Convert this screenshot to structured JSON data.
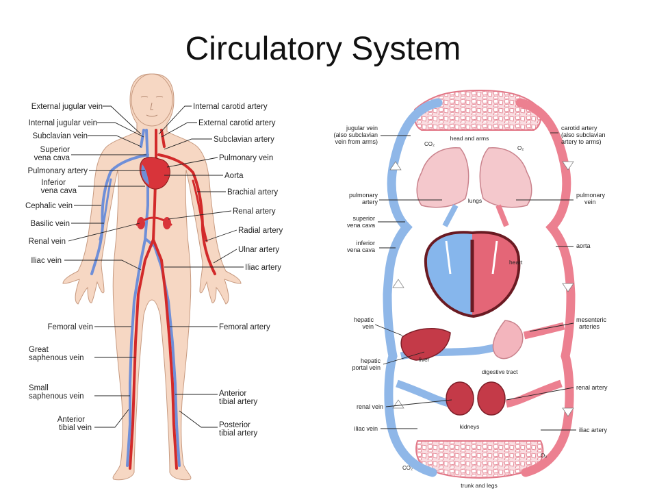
{
  "title": "Circulatory System",
  "colors": {
    "vein": "#6f8fd8",
    "artery": "#d22a2a",
    "skin": "#f6d7c3",
    "lung": "#f4c8cc",
    "organ": "#d24d5a",
    "loop_red": "#ec8090",
    "loop_blue": "#8fb7e8"
  },
  "body_diagram": {
    "left_labels": [
      "External jugular vein",
      "Internal jugular vein",
      "Subclavian vein",
      "Superior",
      "vena cava",
      "Pulmonary artery",
      "Inferior",
      "vena cava",
      "Cephalic vein",
      "Basilic vein",
      "Renal vein",
      "Iliac vein",
      "Femoral vein",
      "Great",
      "saphenous vein",
      "Small",
      "saphenous vein",
      "Anterior",
      "tibial vein"
    ],
    "right_labels": [
      "Internal carotid artery",
      "External carotid artery",
      "Subclavian artery",
      "Pulmonary vein",
      "Aorta",
      "Brachial artery",
      "Renal artery",
      "Radial artery",
      "Ulnar artery",
      "Iliac artery",
      "Femoral artery",
      "Anterior",
      "tibial artery",
      "Posterior",
      "tibial artery"
    ]
  },
  "loop_diagram": {
    "left_labels": [
      "jugular vein",
      "(also subclavian",
      "vein from arms)",
      "pulmonary",
      "artery",
      "superior",
      "vena cava",
      "inferior",
      "vena cava",
      "hepatic",
      "vein",
      "hepatic",
      "portal vein",
      "renal vein",
      "iliac vein"
    ],
    "right_labels": [
      "carotid artery",
      "(also subclavian",
      "artery to arms)",
      "pulmonary",
      "vein",
      "aorta",
      "mesenteric",
      "arteries",
      "renal artery",
      "iliac artery"
    ],
    "inner_labels": [
      "head and arms",
      "lungs",
      "heart",
      "liver",
      "digestive tract",
      "kidneys",
      "trunk and legs"
    ],
    "chem_labels": [
      "CO₂",
      "O₂",
      "CO₂",
      "O₂"
    ]
  }
}
